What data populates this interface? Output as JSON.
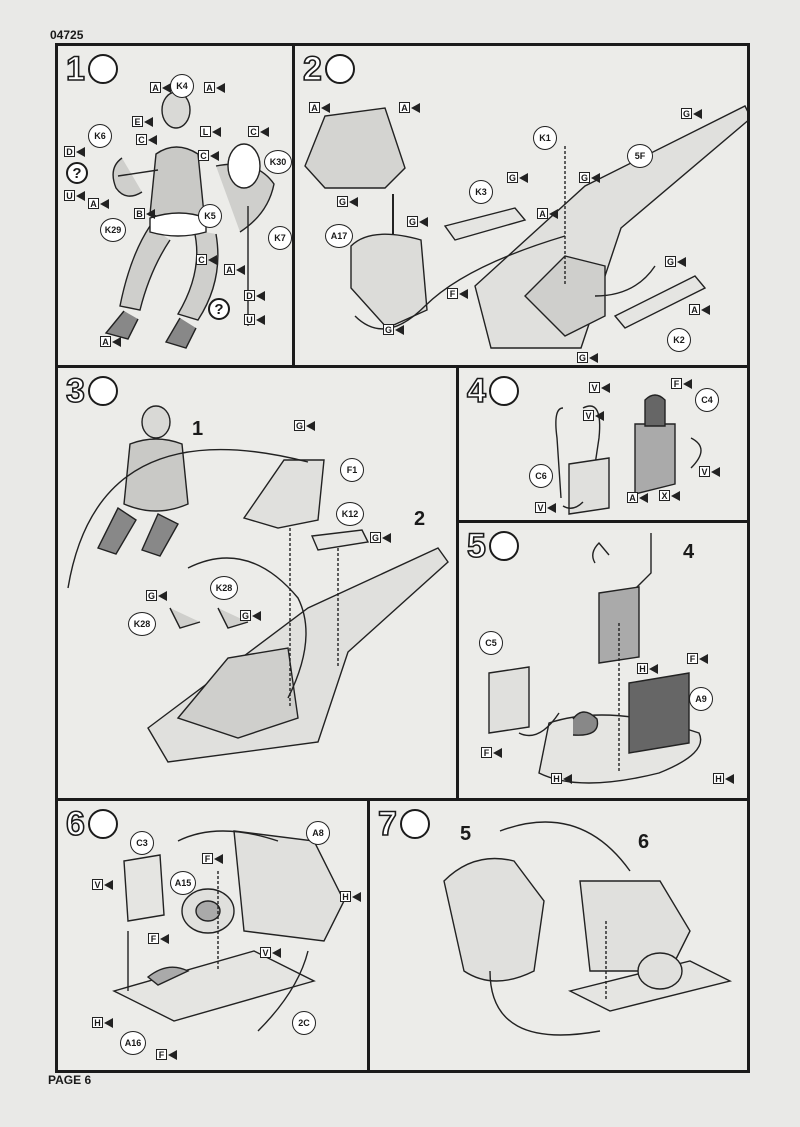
{
  "header": {
    "code": "04725"
  },
  "footer": {
    "page": "PAGE 6"
  },
  "steps": {
    "s1": {
      "number": "1",
      "glue_icon": "glue-tube-icon",
      "parts": [
        "K4",
        "K6",
        "K30",
        "K5",
        "K7",
        "K29"
      ],
      "markers": [
        "A",
        "A",
        "E",
        "C",
        "L",
        "C",
        "D",
        "U",
        "C",
        "A",
        "B",
        "C",
        "A",
        "D",
        "U",
        "A"
      ],
      "question": "?"
    },
    "s2": {
      "number": "2",
      "glue_icon": "glue-tube-icon",
      "parts": [
        "K1",
        "5F",
        "K3",
        "A17",
        "K2"
      ],
      "markers": [
        "A",
        "A",
        "G",
        "G",
        "G",
        "A",
        "G",
        "F",
        "G",
        "G",
        "A",
        "G",
        "G"
      ]
    },
    "s3": {
      "number": "3",
      "glue_icon": "glue-tube-icon",
      "subassemblies": [
        "1",
        "2"
      ],
      "parts": [
        "F1",
        "K12",
        "K28",
        "K28"
      ],
      "markers": [
        "G",
        "G",
        "G",
        "G"
      ]
    },
    "s4": {
      "number": "4",
      "glue_icon": "glue-tube-icon",
      "parts": [
        "C4",
        "C6"
      ],
      "markers": [
        "V",
        "F",
        "V",
        "V",
        "V",
        "A",
        "X"
      ]
    },
    "s5": {
      "number": "5",
      "glue_icon": "glue-tube-icon",
      "subassemblies": [
        "4"
      ],
      "parts": [
        "C5",
        "A9"
      ],
      "markers": [
        "H",
        "F",
        "F",
        "H",
        "H"
      ]
    },
    "s6": {
      "number": "6",
      "glue_icon": "glue-tube-icon",
      "parts": [
        "C3",
        "A8",
        "A15",
        "A16",
        "2C"
      ],
      "markers": [
        "V",
        "F",
        "H",
        "F",
        "V",
        "H",
        "F"
      ]
    },
    "s7": {
      "number": "7",
      "glue_icon": "glue-tube-icon",
      "subassemblies": [
        "5",
        "6"
      ]
    }
  }
}
